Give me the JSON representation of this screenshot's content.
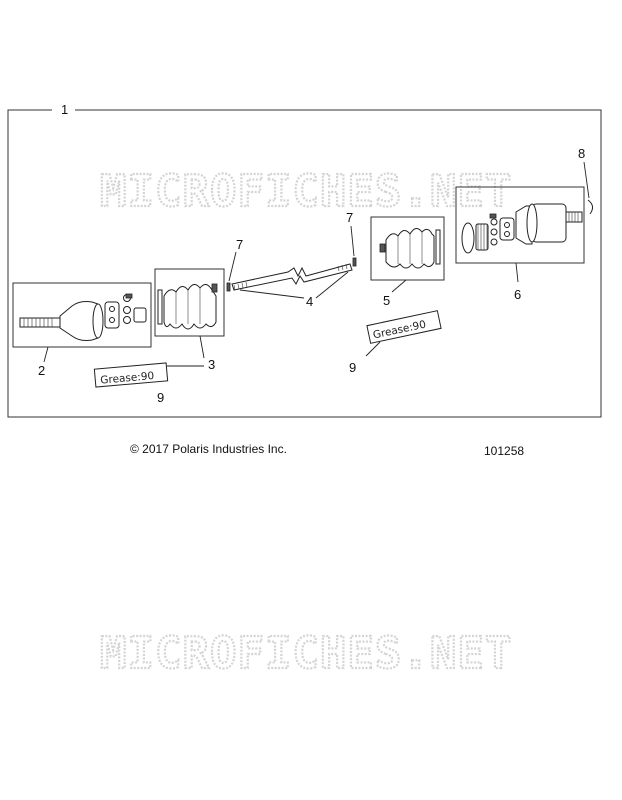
{
  "diagram": {
    "callouts": {
      "c1": "1",
      "c2": "2",
      "c3": "3",
      "c4": "4",
      "c5": "5",
      "c6": "6",
      "c7a": "7",
      "c7b": "7",
      "c8": "8",
      "c9a": "9",
      "c9b": "9"
    },
    "grease_labels": {
      "left": "Grease:90",
      "right": "Grease:90"
    },
    "watermarks": {
      "top": "MICROFICHES.NET",
      "bottom": "MICROFICHES.NET"
    }
  },
  "footer": {
    "copyright": "© 2017 Polaris Industries Inc.",
    "diagram_number": "101258"
  }
}
